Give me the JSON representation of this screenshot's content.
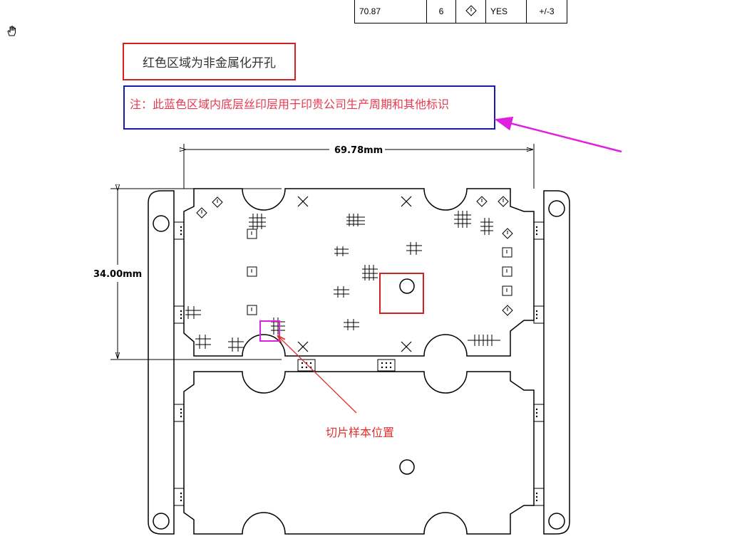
{
  "spec_table": {
    "row": [
      "70.87",
      "6",
      "◇",
      "YES",
      "+/-3"
    ]
  },
  "legend": {
    "red_region_label": "红色区域为非金属化开孔",
    "blue_region_note": "注：此蓝色区域内底层丝印层用于印贵公司生产周期和其他标识"
  },
  "dimensions": {
    "width": "69.78mm",
    "height": "34.00mm"
  },
  "callout": {
    "sample_position_label": "切片样本位置"
  },
  "colors": {
    "red": "#d32020",
    "blue": "#1a1ab0",
    "magenta": "#e020e0",
    "outline": "#000000"
  },
  "icons": [
    "hand-cursor-icon",
    "diamond-marker-icon",
    "square-marker-icon",
    "cross-marker-icon",
    "hatch-marker-icon"
  ]
}
